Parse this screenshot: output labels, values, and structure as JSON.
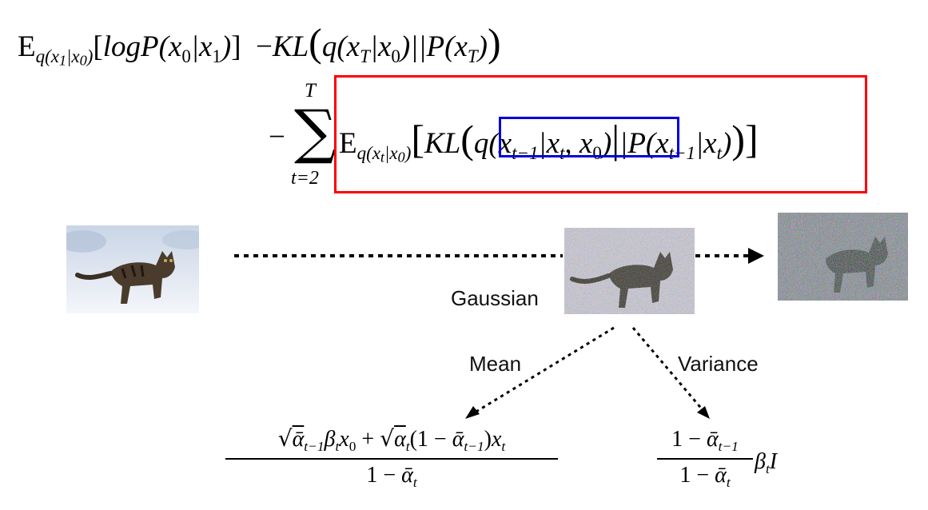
{
  "equation": {
    "line1": "E_q(x1|x0)[logP(x0|x1)] −KL(q(xT|x0)||P(xT))",
    "sum_sign": "−",
    "sum_upper": "T",
    "sum_lower": "t=2",
    "inner_term": "E_q(xt|x0)[KL(q(xt−1|xt, x0)||P(xt−1|xt))]",
    "highlight_term": "q(xt−1|xt, x0)"
  },
  "labels": {
    "gaussian": "Gaussian",
    "mean": "Mean",
    "variance": "Variance"
  },
  "formulas": {
    "mean_numerator": "√ᾱt−1 βt x0 + √αt (1 − ᾱt−1) xt",
    "mean_denominator": "1 − ᾱt",
    "variance_numerator": "1 − ᾱt−1",
    "variance_denominator": "1 − ᾱt",
    "variance_suffix": "βt I"
  },
  "images": {
    "clean": "cat-photo",
    "partial_noise": "cat-photo-with-gaussian-noise",
    "full_noise": "cat-photo-almost-pure-noise"
  },
  "colors": {
    "outer_box": "#ff0000",
    "inner_box": "#0000dd",
    "arrows": "#000000"
  }
}
